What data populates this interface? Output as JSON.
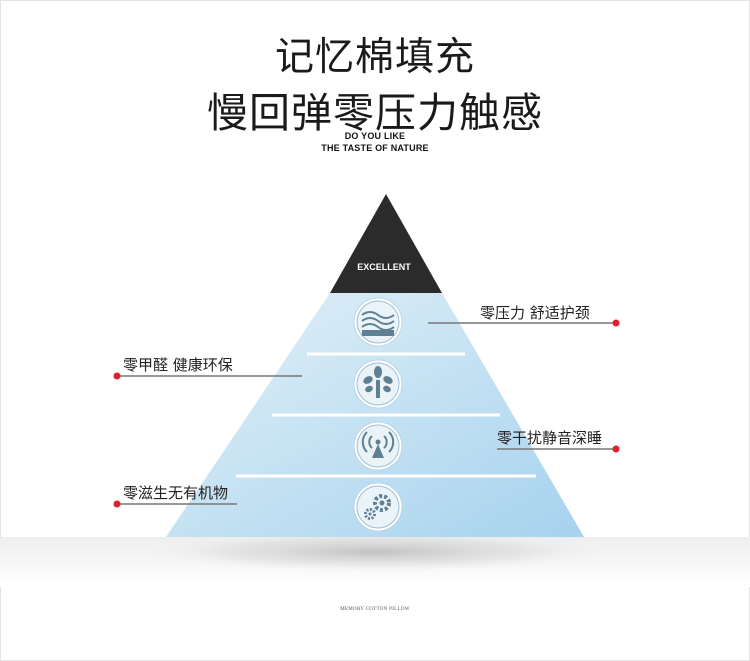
{
  "heading": {
    "line1": "记忆棉填充",
    "line2": "慢回弹零压力触感"
  },
  "subheading": {
    "line1": "DO YOU LIKE",
    "line2": "THE TASTE OF NATURE"
  },
  "pyramid": {
    "apex_label": "EXCELLENT",
    "levels": [
      {
        "icon": "foam-layers-icon"
      },
      {
        "icon": "tree-icon"
      },
      {
        "icon": "signal-icon"
      },
      {
        "icon": "gears-icon"
      }
    ]
  },
  "features": {
    "right_top": "零压力 舒适护颈",
    "left_top": "零甲醛 健康环保",
    "right_bottom": "零干扰静音深睡",
    "left_bottom": "零滋生无有机物"
  },
  "footer": "MEMORY COTTON PILLOW",
  "colors": {
    "apex": "#2b2b2b",
    "pyramid_top": "#d7ebf5",
    "pyramid_bottom": "#a9d4ee",
    "dot": "#e0202a"
  }
}
